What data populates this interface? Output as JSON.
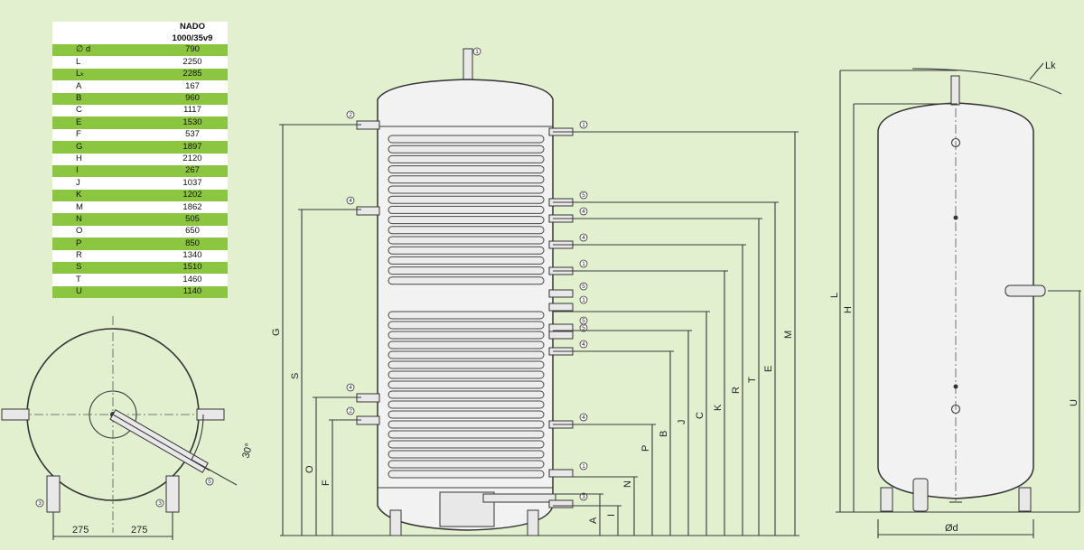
{
  "table": {
    "header": {
      "key": "",
      "value": "NADO 1000/35v9"
    },
    "rows": [
      {
        "key": "∅ d",
        "value": "790"
      },
      {
        "key": "L",
        "value": "2250"
      },
      {
        "key": "Lₖ",
        "value": "2285"
      },
      {
        "key": "A",
        "value": "167"
      },
      {
        "key": "B",
        "value": "960"
      },
      {
        "key": "C",
        "value": "1117"
      },
      {
        "key": "E",
        "value": "1530"
      },
      {
        "key": "F",
        "value": "537"
      },
      {
        "key": "G",
        "value": "1897"
      },
      {
        "key": "H",
        "value": "2120"
      },
      {
        "key": "I",
        "value": "267"
      },
      {
        "key": "J",
        "value": "1037"
      },
      {
        "key": "K",
        "value": "1202"
      },
      {
        "key": "M",
        "value": "1862"
      },
      {
        "key": "N",
        "value": "505"
      },
      {
        "key": "O",
        "value": "650"
      },
      {
        "key": "P",
        "value": "850"
      },
      {
        "key": "R",
        "value": "1340"
      },
      {
        "key": "S",
        "value": "1510"
      },
      {
        "key": "T",
        "value": "1460"
      },
      {
        "key": "U",
        "value": "1140"
      }
    ]
  },
  "top_view": {
    "dim_left": "275",
    "dim_right": "275",
    "angle": "30°",
    "marker_a": "3",
    "marker_b": "3",
    "marker_c": "5"
  },
  "section_view": {
    "dims_left": [
      "G",
      "S",
      "O",
      "F"
    ],
    "dims_right": [
      "A",
      "I",
      "N",
      "P",
      "B",
      "J",
      "C",
      "K",
      "R",
      "T",
      "E",
      "M"
    ],
    "markers": [
      "1",
      "2",
      "1",
      "4",
      "5",
      "4",
      "4",
      "1",
      "5",
      "1",
      "5",
      "4",
      "4",
      "2",
      "4",
      "1"
    ]
  },
  "side_view": {
    "dim_l": "L",
    "dim_h": "H",
    "dim_u": "U",
    "dim_d": "Ød",
    "dim_lk": "Lk"
  }
}
